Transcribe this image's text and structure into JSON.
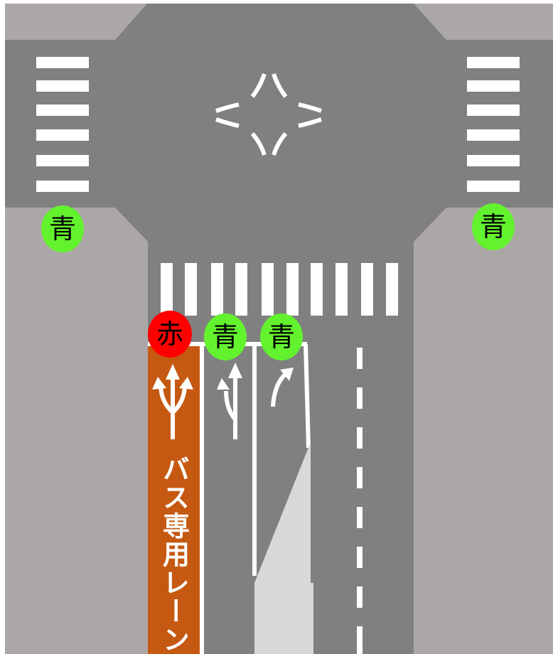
{
  "colors": {
    "sidewalk": "#aca7a7",
    "road": "#808080",
    "marking": "#ffffff",
    "bus_lane": "#c65911",
    "island": "#d8d8d8",
    "signal_green": "#63f22e",
    "signal_red": "#ff0000"
  },
  "signals": {
    "left_crosswalk": {
      "text": "青",
      "state": "green"
    },
    "right_crosswalk": {
      "text": "青",
      "state": "green"
    },
    "bus_lane": {
      "text": "赤",
      "state": "red"
    },
    "through_lane": {
      "text": "青",
      "state": "green"
    },
    "right_turn_lane": {
      "text": "青",
      "state": "green"
    }
  },
  "bus_lane": {
    "label": "バス専用レーン"
  },
  "lane_arrows": {
    "bus_lane": "left-straight-right-arrow-icon",
    "middle_lane": "straight-left-arrow-icon",
    "right_lane": "right-turn-arrow-icon"
  }
}
